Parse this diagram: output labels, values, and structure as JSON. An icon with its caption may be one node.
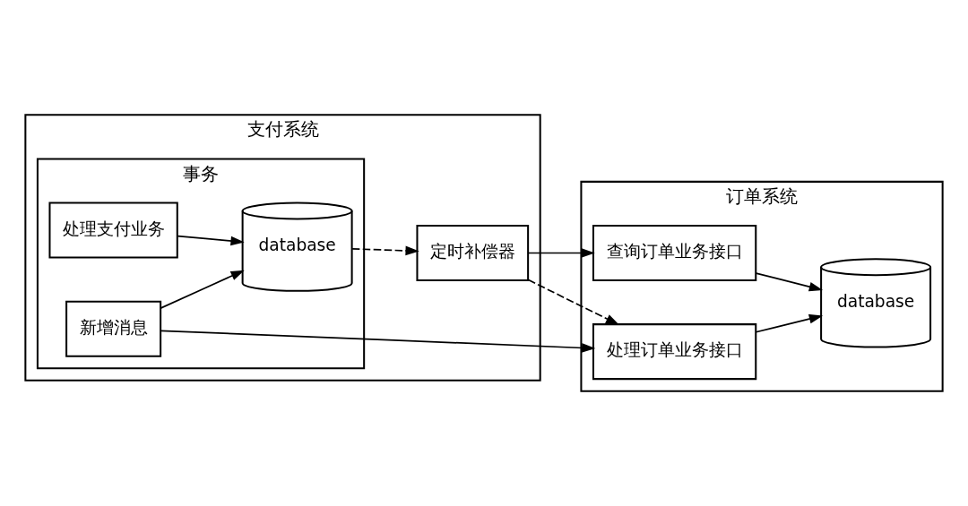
{
  "diagram": {
    "nodes": [
      {
        "text": [
          "支付系统"
        ]
      },
      {
        "text": [
          "事务"
        ],
        "in": 0
      },
      {
        "text": [
          "处理支付业务"
        ],
        "in": 1
      },
      {
        "text": [
          "新增消息"
        ],
        "in": 1
      },
      {
        "text": [
          "database"
        ],
        "in": 1
      },
      {
        "text": [
          "定时补偿器"
        ],
        "in": 0
      },
      {
        "text": [
          "订单系统"
        ]
      },
      {
        "text": [
          "查询订单业务接口"
        ],
        "in": 6
      },
      {
        "text": [
          "处理订单业务接口"
        ],
        "in": 6
      },
      {
        "text": [
          "database"
        ],
        "in": 6
      }
    ],
    "edges": [
      {
        "from": 2,
        "to": 4,
        "arrow": "to"
      },
      {
        "from": 3,
        "to": 4,
        "arrow": "to"
      },
      {
        "from": 4,
        "to": 5,
        "arrow": "to",
        "style": "dashed"
      },
      {
        "from": 5,
        "to": 7,
        "arrow": "to"
      },
      {
        "from": 5,
        "to": 8,
        "arrow": "to",
        "style": "dashed"
      },
      {
        "from": 3,
        "to": 8,
        "arrow": "to"
      },
      {
        "from": 7,
        "to": 9,
        "arrow": "to"
      },
      {
        "from": 8,
        "to": 9,
        "arrow": "to"
      }
    ]
  }
}
